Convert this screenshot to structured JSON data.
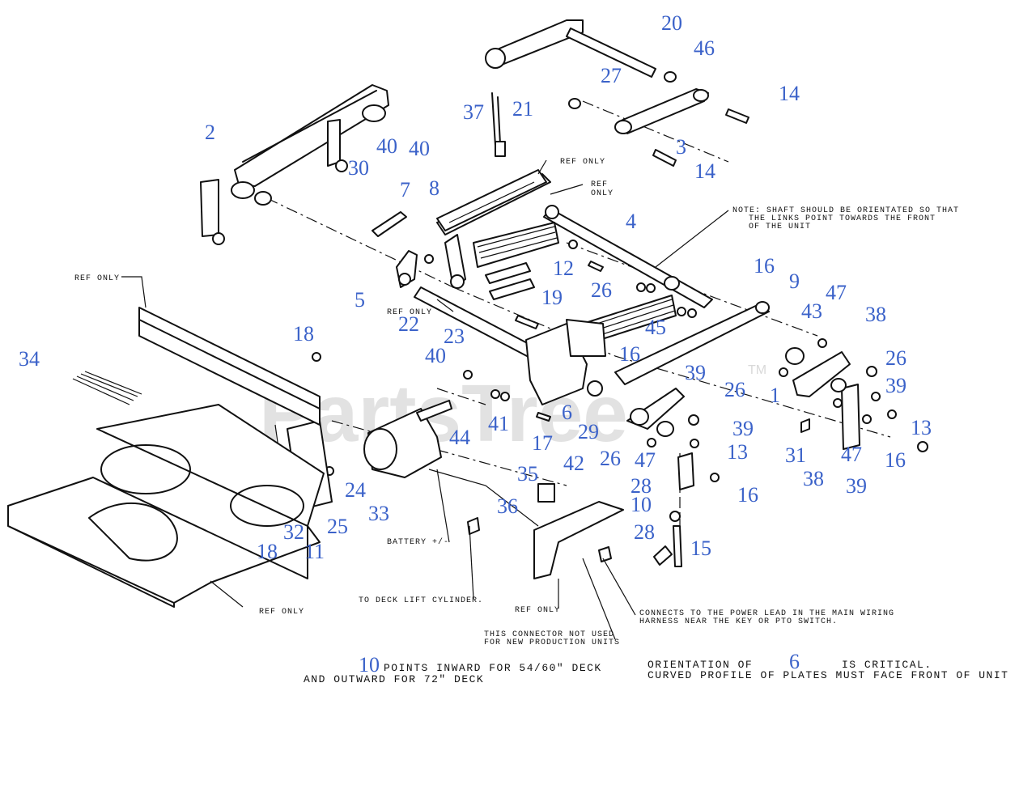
{
  "watermark": {
    "brand": "PartsTree",
    "mark": "TM"
  },
  "callouts": {
    "c1": "1",
    "c2": "2",
    "c3": "3",
    "c4": "4",
    "c5": "5",
    "c6": "6",
    "c7": "7",
    "c8": "8",
    "c9": "9",
    "c10": "10",
    "c11": "11",
    "c12": "12",
    "c13": "13",
    "c14": "14",
    "c15": "15",
    "c16": "16",
    "c17": "17",
    "c18": "18",
    "c19": "19",
    "c20": "20",
    "c21": "21",
    "c22": "22",
    "c23": "23",
    "c24": "24",
    "c25": "25",
    "c26": "26",
    "c27": "27",
    "c28": "28",
    "c29": "29",
    "c30": "30",
    "c31": "31",
    "c32": "32",
    "c33": "33",
    "c34": "34",
    "c35": "35",
    "c36": "36",
    "c37": "37",
    "c38": "38",
    "c39": "39",
    "c40": "40",
    "c41": "41",
    "c42": "42",
    "c43": "43",
    "c44": "44",
    "c45": "45",
    "c46": "46",
    "c47": "47"
  },
  "notes": {
    "ref_only": "REF ONLY",
    "ref_only_line2": "ONLY",
    "shaft_1": "NOTE: SHAFT SHOULD BE ORIENTATED SO THAT",
    "shaft_2": "THE LINKS POINT TOWARDS THE FRONT",
    "shaft_3": "OF THE UNIT",
    "battery": "BATTERY +/-",
    "deck_lift": "TO DECK LIFT CYLINDER.",
    "connects_1": "CONNECTS TO THE POWER LEAD IN THE MAIN WIRING",
    "connects_2": "HARNESS NEAR THE KEY OR PTO SWITCH.",
    "connector_1": "THIS CONNECTOR NOT USED",
    "connector_2": "FOR NEW PRODUCTION UNITS",
    "points_num": "10",
    "points_1": "POINTS INWARD FOR 54/60\" DECK",
    "points_2": "AND OUTWARD FOR 72\" DECK",
    "orient_pre": "ORIENTATION OF",
    "orient_num": "6",
    "orient_post": "IS CRITICAL.",
    "orient_2": "CURVED PROFILE OF PLATES MUST FACE FRONT OF UNIT"
  }
}
